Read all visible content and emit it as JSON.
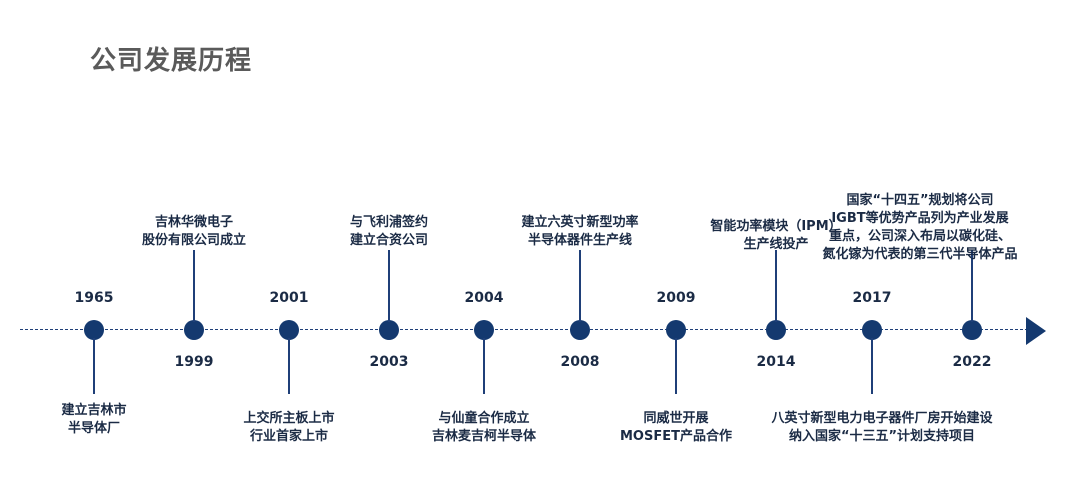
{
  "title": "公司发展历程",
  "events": [
    {
      "year": "1965",
      "lines": [
        "建立吉林市",
        "半导体厂"
      ]
    },
    {
      "year": "1999",
      "lines": [
        "吉林华微电子",
        "股份有限公司成立"
      ]
    },
    {
      "year": "2001",
      "lines": [
        "上交所主板上市",
        "行业首家上市"
      ]
    },
    {
      "year": "2003",
      "lines": [
        "与飞利浦签约",
        "建立合资公司"
      ]
    },
    {
      "year": "2004",
      "lines": [
        "与仙童合作成立",
        "吉林麦吉柯半导体"
      ]
    },
    {
      "year": "2008",
      "lines": [
        "建立六英寸新型功率",
        "半导体器件生产线"
      ]
    },
    {
      "year": "2009",
      "lines": [
        "同威世开展",
        "MOSFET产品合作"
      ]
    },
    {
      "year": "2014",
      "lines": [
        "智能功率模块（IPM）",
        "生产线投产"
      ]
    },
    {
      "year": "2017",
      "lines": [
        "八英寸新型电力电子器件厂房开始建设",
        "纳入国家“十三五”计划支持项目"
      ]
    },
    {
      "year": "2022",
      "lines": [
        "国家“十四五”规划将公司",
        "IGBT等优势产品列为产业发展",
        "重点，公司深入布局以碳化硅、",
        "氮化镓为代表的第三代半导体产品"
      ]
    }
  ]
}
